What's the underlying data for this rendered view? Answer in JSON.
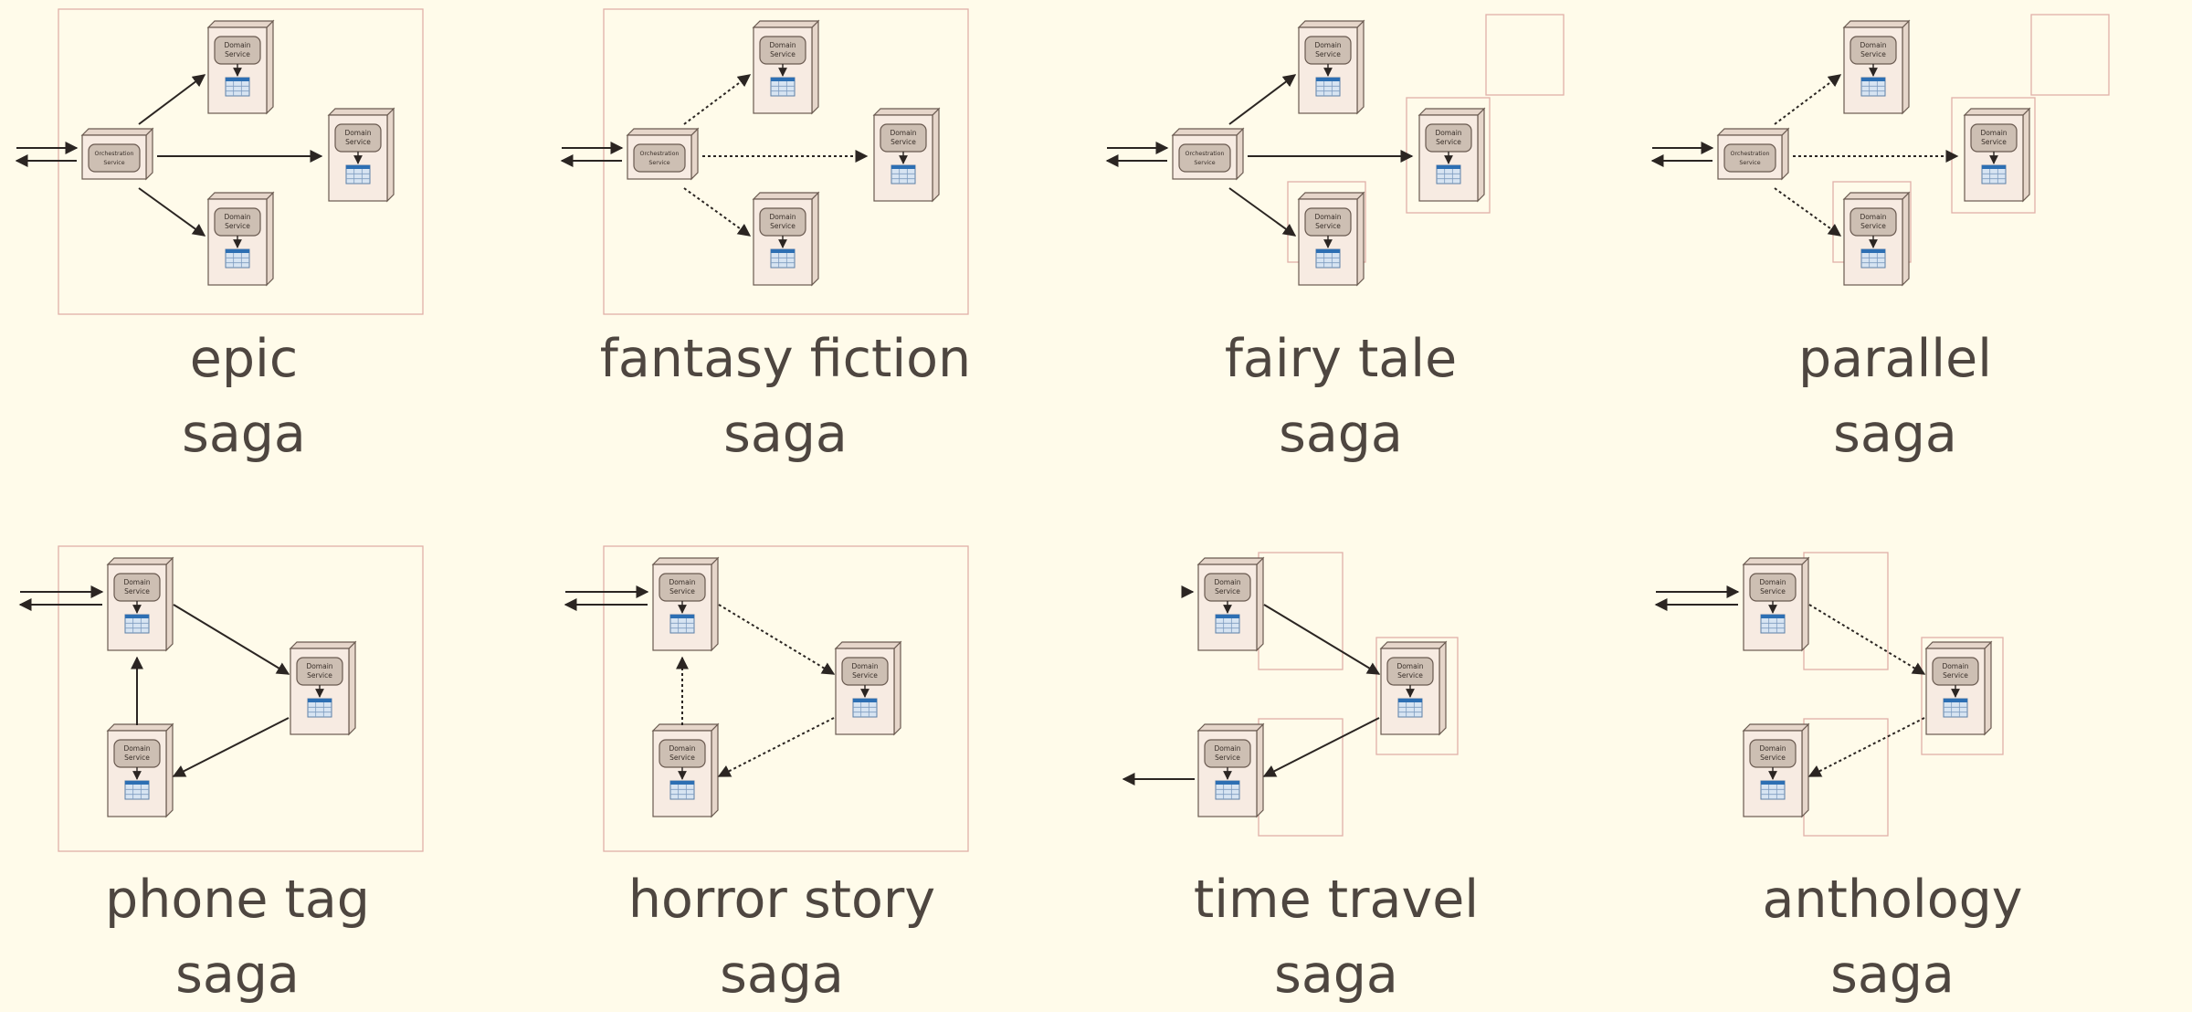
{
  "node_labels": {
    "orchestration": [
      "Orchestration",
      "Service"
    ],
    "domain": [
      "Domain",
      "Service"
    ]
  },
  "colors": {
    "background": "#fffbea",
    "box_outline": "#e0b0a8",
    "service_face": "#f7ebe2",
    "service_side": "#e6d6ca",
    "service_outline": "#6a5a50",
    "label_pill": "#cdbfb3",
    "db_header": "#2d6fb3",
    "db_body": "#d7e4f2",
    "arrow": "#2b2522",
    "caption_text": "#4e4640"
  },
  "patterns": [
    {
      "id": "epic",
      "title": [
        "epic",
        "saga"
      ],
      "communication": "synchronous",
      "consistency": "atomic",
      "coordination": "orchestrated"
    },
    {
      "id": "fantasy-fiction",
      "title": [
        "fantasy fiction",
        "saga"
      ],
      "communication": "asynchronous",
      "consistency": "atomic",
      "coordination": "orchestrated"
    },
    {
      "id": "fairy-tale",
      "title": [
        "fairy tale",
        "saga"
      ],
      "communication": "synchronous",
      "consistency": "eventual",
      "coordination": "orchestrated"
    },
    {
      "id": "parallel",
      "title": [
        "parallel",
        "saga"
      ],
      "communication": "asynchronous",
      "consistency": "eventual",
      "coordination": "orchestrated"
    },
    {
      "id": "phone-tag",
      "title": [
        "phone tag",
        "saga"
      ],
      "communication": "synchronous",
      "consistency": "atomic",
      "coordination": "choreographed"
    },
    {
      "id": "horror-story",
      "title": [
        "horror story",
        "saga"
      ],
      "communication": "asynchronous",
      "consistency": "atomic",
      "coordination": "choreographed"
    },
    {
      "id": "time-travel",
      "title": [
        "time travel",
        "saga"
      ],
      "communication": "synchronous",
      "consistency": "eventual",
      "coordination": "choreographed"
    },
    {
      "id": "anthology",
      "title": [
        "anthology",
        "saga"
      ],
      "communication": "asynchronous",
      "consistency": "eventual",
      "coordination": "choreographed"
    }
  ]
}
